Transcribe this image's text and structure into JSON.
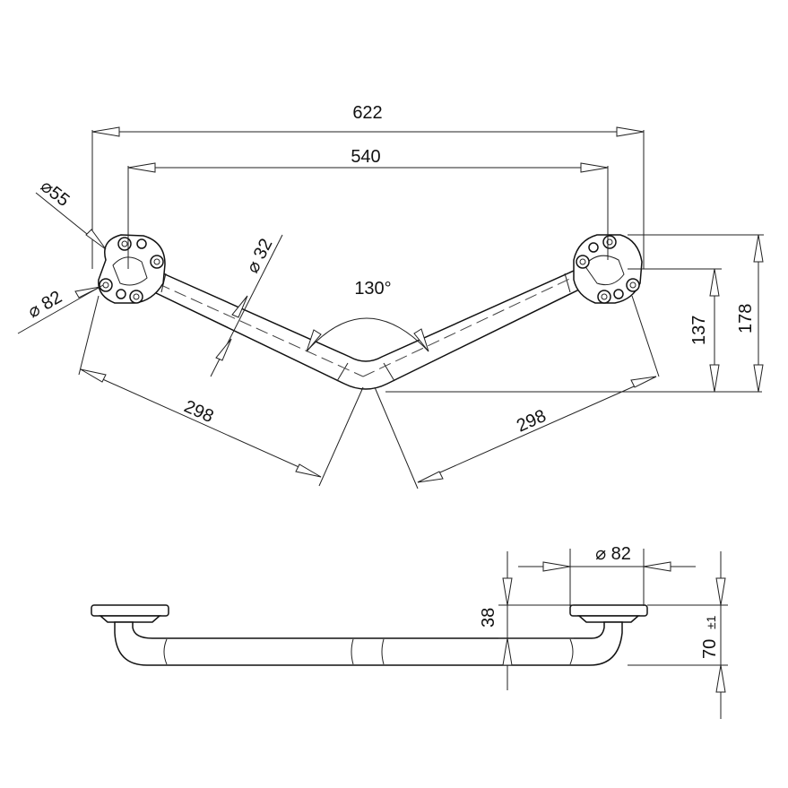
{
  "drawing": {
    "top_view": {
      "overall_width": "622",
      "centers_width": "540",
      "flange_inner_diameter": "⌀55",
      "flange_diameter": "⌀ 82",
      "tube_diameter": "⌀ 32",
      "bend_angle": "130°",
      "left_arm_length": "298",
      "right_arm_length": "298",
      "height_small": "137",
      "height_total": "178"
    },
    "side_view": {
      "flange_diameter": "⌀ 82",
      "flange_height": "38",
      "projection": "70",
      "projection_tolerance": "±1"
    }
  },
  "colors": {
    "line": "#111111",
    "background": "#ffffff"
  }
}
